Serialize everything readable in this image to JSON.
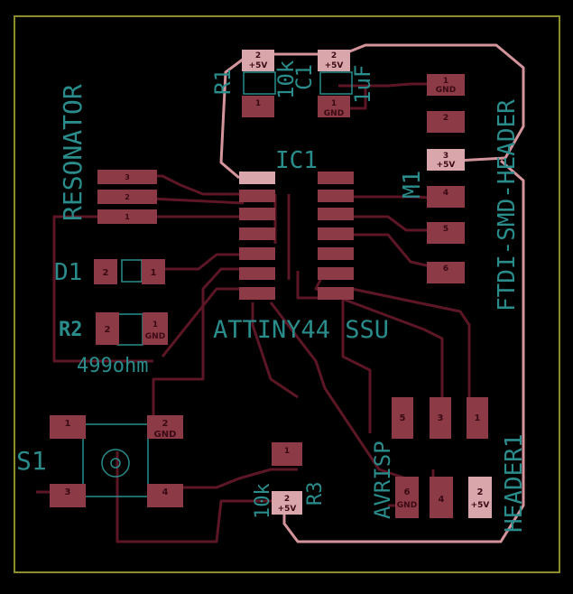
{
  "colors": {
    "background": "#000000",
    "outline": "#8c8c2a",
    "trace": "#5c1626",
    "trace_highlight": "#d4949c",
    "pad": "#8c3a46",
    "pad_highlight": "#d9a6ac",
    "silkscreen": "#2b8c8c"
  },
  "labels": {
    "resonator": "RESONATOR",
    "d1": "D1",
    "r2": "R2",
    "r2_value": "499ohm",
    "s1": "S1",
    "r1": "R1",
    "r1_value": "10k",
    "c1": "C1",
    "c1_value": "1uF",
    "ic1": "IC1",
    "attiny": "ATTINY44 SSU",
    "m1": "M1",
    "ftdi": "FTDI-SMD-HEADER",
    "avrisp": "AVRISP",
    "header1": "HEADER1",
    "r3": "R3",
    "r3_value": "10k"
  },
  "pads": {
    "r1_top": {
      "num": "2",
      "net": "+5V"
    },
    "r1_bot": {
      "num": "1",
      "net": ""
    },
    "c1_top": {
      "num": "2",
      "net": "+5V"
    },
    "c1_bot": {
      "num": "1",
      "net": "GND"
    },
    "ftdi1": {
      "num": "1",
      "net": "GND"
    },
    "ftdi2": {
      "num": "2",
      "net": ""
    },
    "ftdi3": {
      "num": "3",
      "net": "+5V"
    },
    "ftdi4": {
      "num": "4",
      "net": ""
    },
    "ftdi5": {
      "num": "5",
      "net": ""
    },
    "ftdi6": {
      "num": "6",
      "net": ""
    },
    "res3": {
      "num": "3",
      "net": ""
    },
    "res2": {
      "num": "2",
      "net": ""
    },
    "res1": {
      "num": "1",
      "net": ""
    },
    "d1_2": {
      "num": "2",
      "net": ""
    },
    "d1_1": {
      "num": "1",
      "net": ""
    },
    "r2_2": {
      "num": "2",
      "net": ""
    },
    "r2_1": {
      "num": "1",
      "net": "GND"
    },
    "s1_1": {
      "num": "1",
      "net": ""
    },
    "s1_2": {
      "num": "2",
      "net": "GND"
    },
    "s1_3": {
      "num": "3",
      "net": ""
    },
    "s1_4": {
      "num": "4",
      "net": ""
    },
    "r3_1": {
      "num": "1",
      "net": ""
    },
    "r3_2": {
      "num": "2",
      "net": "+5V"
    },
    "isp5": {
      "num": "5",
      "net": ""
    },
    "isp3": {
      "num": "3",
      "net": ""
    },
    "isp1": {
      "num": "1",
      "net": ""
    },
    "isp6": {
      "num": "6",
      "net": "GND"
    },
    "isp4": {
      "num": "4",
      "net": ""
    },
    "isp2": {
      "num": "2",
      "net": "+5V"
    }
  }
}
